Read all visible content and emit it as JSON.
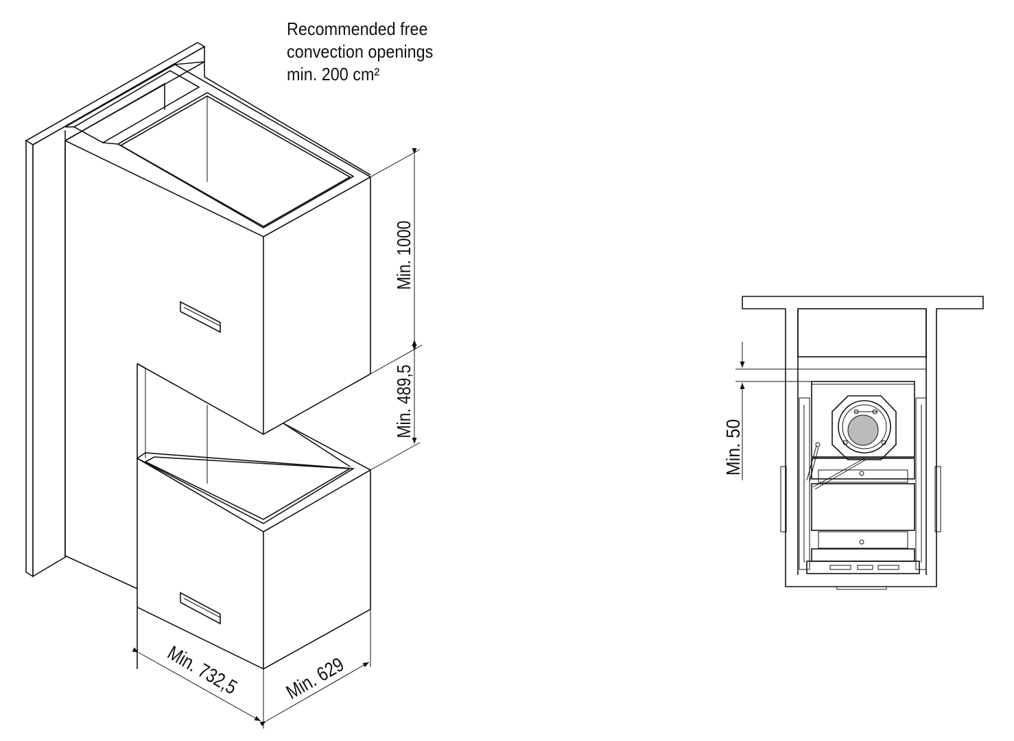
{
  "note": {
    "line1": "Recommended free",
    "line2": "convection openings",
    "line3": "min. 200 cm²"
  },
  "dimensions": {
    "height_upper": "Min. 1000",
    "height_gap": "Min. 489,5",
    "width_front": "Min. 732,5",
    "depth_side": "Min. 629",
    "top_clearance": "Min. 50"
  }
}
